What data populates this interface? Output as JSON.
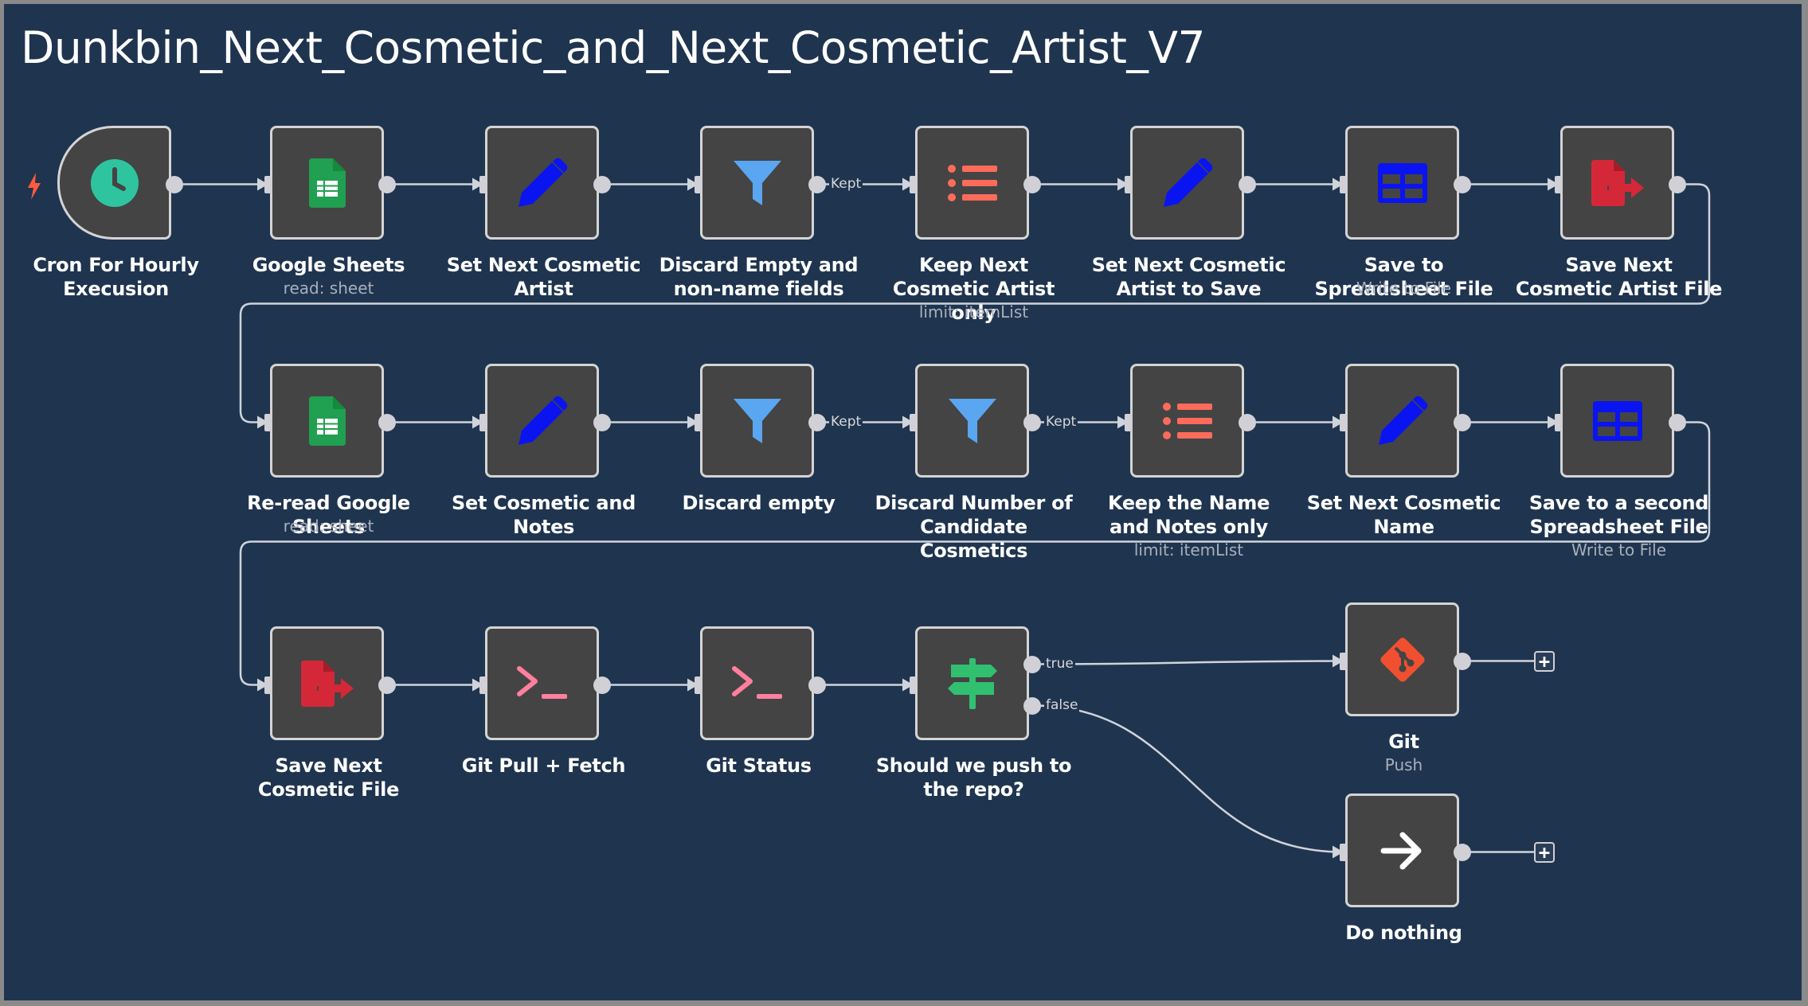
{
  "workflow": {
    "title": "Dunkbin_Next_Cosmetic_and_Next_Cosmetic_Artist_V7"
  },
  "colors": {
    "canvas": "#1f344f",
    "node": "#444444",
    "node_border": "#d4d4d4",
    "wire": "#cfd4db",
    "green": "#20a050",
    "blue": "#0a14f0",
    "light_blue": "#5aa6f0",
    "red": "#ff6b5a",
    "crimson": "#d42838",
    "pink": "#ff7f9e",
    "teal": "#2ec49f",
    "git": "#f05030",
    "sign": "#30c070"
  },
  "nodes": [
    {
      "id": "n1",
      "label": "Cron For Hourly Execusion",
      "icon": "clock-icon",
      "type": "trigger"
    },
    {
      "id": "n2",
      "label": "Google Sheets",
      "subtitle": "read: sheet",
      "icon": "google-sheets-icon"
    },
    {
      "id": "n3",
      "label": "Set Next Cosmetic Artist",
      "icon": "pencil-icon"
    },
    {
      "id": "n4",
      "label": "Discard Empty and non-name fields",
      "icon": "filter-icon"
    },
    {
      "id": "n5",
      "label": "Keep Next Cosmetic Artist only",
      "subtitle": "limit: itemList",
      "icon": "list-icon"
    },
    {
      "id": "n6",
      "label": "Set Next Cosmetic Artist to Save",
      "icon": "pencil-icon"
    },
    {
      "id": "n7",
      "label": "Save to Spreadsheet File",
      "subtitle": "Write to File",
      "icon": "spreadsheet-icon"
    },
    {
      "id": "n8",
      "label": "Save Next Cosmetic Artist File",
      "icon": "file-export-icon"
    },
    {
      "id": "n9",
      "label": "Re-read Google Sheets",
      "subtitle": "read: sheet",
      "icon": "google-sheets-icon"
    },
    {
      "id": "n10",
      "label": "Set Cosmetic and Notes",
      "icon": "pencil-icon"
    },
    {
      "id": "n11",
      "label": "Discard empty",
      "icon": "filter-icon"
    },
    {
      "id": "n12",
      "label": "Discard Number of Candidate Cosmetics",
      "icon": "filter-icon"
    },
    {
      "id": "n13",
      "label": "Keep the Name and Notes only",
      "subtitle": "limit: itemList",
      "icon": "list-icon"
    },
    {
      "id": "n14",
      "label": "Set Next Cosmetic Name",
      "icon": "pencil-icon"
    },
    {
      "id": "n15",
      "label": "Save to a second Spreadsheet File",
      "subtitle": "Write to File",
      "icon": "spreadsheet-icon"
    },
    {
      "id": "n16",
      "label": "Save Next Cosmetic File",
      "icon": "file-export-icon"
    },
    {
      "id": "n17",
      "label": "Git Pull + Fetch",
      "icon": "terminal-icon"
    },
    {
      "id": "n18",
      "label": "Git Status",
      "icon": "terminal-icon"
    },
    {
      "id": "n19",
      "label": "Should we push to the repo?",
      "icon": "signpost-icon"
    },
    {
      "id": "n20",
      "label": "Git",
      "subtitle": "Push",
      "icon": "git-icon"
    },
    {
      "id": "n21",
      "label": "Do nothing",
      "icon": "arrow-right-icon"
    }
  ],
  "edges": [
    {
      "from": "n1",
      "to": "n2"
    },
    {
      "from": "n2",
      "to": "n3"
    },
    {
      "from": "n3",
      "to": "n4"
    },
    {
      "from": "n4",
      "to": "n5",
      "label": "Kept"
    },
    {
      "from": "n5",
      "to": "n6"
    },
    {
      "from": "n6",
      "to": "n7"
    },
    {
      "from": "n7",
      "to": "n8"
    },
    {
      "from": "n8",
      "to": "n9"
    },
    {
      "from": "n9",
      "to": "n10"
    },
    {
      "from": "n10",
      "to": "n11"
    },
    {
      "from": "n11",
      "to": "n12",
      "label": "Kept"
    },
    {
      "from": "n12",
      "to": "n13",
      "label": "Kept"
    },
    {
      "from": "n13",
      "to": "n14"
    },
    {
      "from": "n14",
      "to": "n15"
    },
    {
      "from": "n15",
      "to": "n16"
    },
    {
      "from": "n16",
      "to": "n17"
    },
    {
      "from": "n17",
      "to": "n18"
    },
    {
      "from": "n18",
      "to": "n19"
    },
    {
      "from": "n19",
      "to": "n20",
      "label": "true"
    },
    {
      "from": "n19",
      "to": "n21",
      "label": "false"
    }
  ],
  "add_buttons": [
    {
      "after": "n20",
      "symbol": "+"
    },
    {
      "after": "n21",
      "symbol": "+"
    }
  ]
}
